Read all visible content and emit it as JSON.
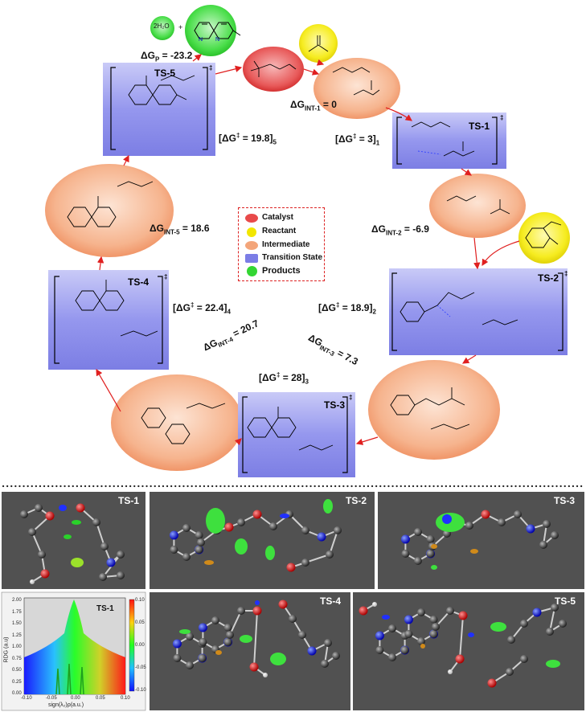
{
  "products": {
    "water_label": "2H₂O",
    "plus": "+"
  },
  "energies": {
    "gp": [
      "ΔG",
      "P",
      " = -23.2"
    ],
    "int1": [
      "ΔG",
      "INT-1",
      " = 0"
    ],
    "int2": [
      "ΔG",
      "INT-2",
      " = -6.9"
    ],
    "int3": [
      "ΔG",
      "INT-3",
      " = 7.3"
    ],
    "int4": [
      "ΔG",
      "INT-4",
      " = 20.7"
    ],
    "int5": [
      "ΔG",
      "INT-5",
      " = 18.6"
    ],
    "ts1": [
      "[ΔG",
      "‡",
      " = 3]",
      "1"
    ],
    "ts2": [
      "[ΔG",
      "‡",
      " = 18.9]",
      "2"
    ],
    "ts3": [
      "[ΔG",
      "‡",
      " = 28]",
      "3"
    ],
    "ts4": [
      "[ΔG",
      "‡",
      " = 22.4]",
      "4"
    ],
    "ts5": [
      "[ΔG",
      "‡",
      " = 19.8]",
      "5"
    ]
  },
  "ts_labels": [
    "TS-1",
    "TS-2",
    "TS-3",
    "TS-4",
    "TS-5"
  ],
  "dagger": "‡",
  "legend": {
    "items": [
      {
        "label": "Catalyst",
        "color": "#e84a4a"
      },
      {
        "label": "Reactant",
        "color": "#f2e600"
      },
      {
        "label": "Intermediate",
        "color": "#f3a57a"
      },
      {
        "label": "Transition State",
        "color": "#7b7de6"
      },
      {
        "label": "Products",
        "color": "#33d633"
      }
    ]
  },
  "nci_panels": {
    "titles": [
      "TS-1",
      "TS-2",
      "TS-3",
      "TS-4",
      "TS-5"
    ]
  },
  "rdg_plot": {
    "title": "TS-1",
    "ylabel": "RDG (a.u)",
    "xlabel": "sign(λ₂)ρ(a.u.)",
    "xticks": [
      "-0.10",
      "-0.05",
      "0.00",
      "0.05",
      "0.10"
    ],
    "yticks": [
      "0.00",
      "0.25",
      "0.50",
      "0.75",
      "1.00",
      "1.25",
      "1.50",
      "1.75",
      "2.00"
    ],
    "colorbar_ticks": [
      "0.10",
      "0.05",
      "0.00",
      "-0.05",
      "-0.10"
    ]
  },
  "colors": {
    "catalyst": "#e84a4a",
    "reactant": "#f2e600",
    "intermediate": "#f3a57a",
    "transition_state": "#7b7de6",
    "products": "#33d633",
    "arrow": "#e02020",
    "panel_bg": "#515151"
  }
}
